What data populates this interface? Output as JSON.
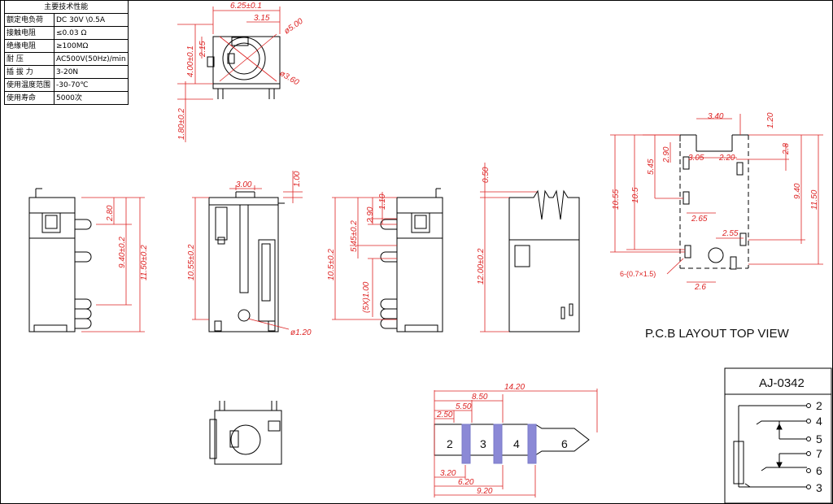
{
  "spec_table": {
    "title": "主要技术性能",
    "rows": [
      {
        "label": "额定电负荷",
        "value": "DC 30V \\0.5A"
      },
      {
        "label": "接触电阻",
        "value": "≤0.03 Ω"
      },
      {
        "label": "绝缘电阻",
        "value": "≥100MΩ"
      },
      {
        "label": "耐    压",
        "value": "AC500V(50Hz)/min"
      },
      {
        "label": "插 拔 力",
        "value": "3-20N"
      },
      {
        "label": "使用温度范围",
        "value": "-30-70℃"
      },
      {
        "label": "使用寿命",
        "value": "5000次"
      }
    ]
  },
  "top_view": {
    "d1": "6.25±0.1",
    "d2": "3.15",
    "d3": "ø5.00",
    "d4": "ø3.60",
    "d5": "2.15",
    "d6": "4.00±0.1",
    "d7": "1.80±0.2"
  },
  "side_left": {
    "d1": "2.80",
    "d2": "9.40±0.2",
    "d3": "11.50±0.2"
  },
  "side_mid": {
    "d1": "3.00",
    "d2": "1.00",
    "d3": "10.55±0.2",
    "d4": "ø1.20"
  },
  "side_right": {
    "d1": "1.10",
    "d2": "2.90",
    "d3": "5.45±0.2",
    "d4": "10.5±0.2",
    "d5": "(5X)1.00"
  },
  "front_view": {
    "d1": "0.50",
    "d2": "12.00±0.2"
  },
  "pcb": {
    "title": "P.C.B LAYOUT TOP VIEW",
    "d_340": "3.40",
    "d_120": "1.20",
    "d_290": "2.90",
    "d_305": "3.05",
    "d_220": "2.20",
    "d_28": "2.8",
    "d_545": "5.45",
    "d_105": "10.5",
    "d_1055": "10.55",
    "d_940": "9.40",
    "d_1150": "11.50",
    "d_265": "2.65",
    "d_255": "2.55",
    "d_26": "2.6",
    "d_holes": "6-(0.7×1.5)"
  },
  "plug": {
    "d_1420": "14.20",
    "d_850": "8.50",
    "d_550": "5.50",
    "d_250": "2.50",
    "d_320": "3.20",
    "d_620": "6.20",
    "d_920": "9.20",
    "seg_labels": [
      "2",
      "3",
      "4",
      "6"
    ]
  },
  "schematic": {
    "model": "AJ-0342",
    "pins": [
      "2",
      "4",
      "5",
      "7",
      "6",
      "3"
    ]
  }
}
